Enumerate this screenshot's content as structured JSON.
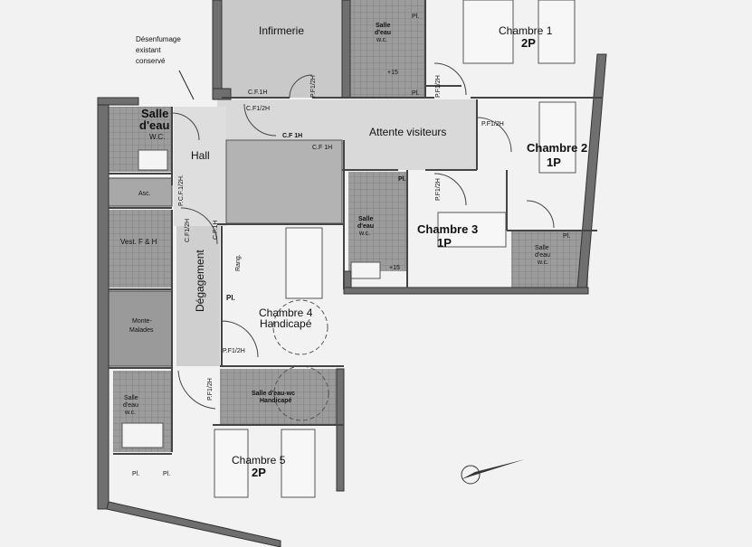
{
  "annotation": {
    "line1": "Désenfumage",
    "line2": "existant",
    "line3": "conservé"
  },
  "rooms": {
    "infirmerie": "Infirmerie",
    "attente": "Attente visiteurs",
    "hall": "Hall",
    "degagement": "Dégagement",
    "chambre1": {
      "name": "Chambre 1",
      "type": "2P"
    },
    "chambre2": {
      "name": "Chambre 2",
      "type": "1P"
    },
    "chambre3": {
      "name": "Chambre 3",
      "type": "1P"
    },
    "chambre4": {
      "name": "Chambre 4",
      "type": "Handicapé"
    },
    "chambre5": {
      "name": "Chambre 5",
      "type": "2P"
    },
    "salle_eau_hall": {
      "l1": "Salle",
      "l2": "d'eau",
      "l3": "W.C."
    },
    "salle_eau": {
      "l1": "Salle",
      "l2": "d'eau",
      "l3": "w.c."
    },
    "salle_eau_handicape": {
      "l1": "Salle d'eau-wc",
      "l2": "Handicapé"
    },
    "asc": "Asc.",
    "vestiaire": "Vest. F & H",
    "monte_malades": {
      "l1": "Monte-",
      "l2": "Malades"
    },
    "rangement": "Rang.",
    "placard": "Pl.",
    "plus15": "+15"
  },
  "doors": {
    "cf1h": "C.F.1H",
    "cf12h": "C.F1/2H",
    "cf1h_b": "C.F 1H",
    "pf12h": "P.F1/2H",
    "pcf12h": "P.C.F.1/2H.",
    "cf1h_v": "C.F.1H"
  }
}
